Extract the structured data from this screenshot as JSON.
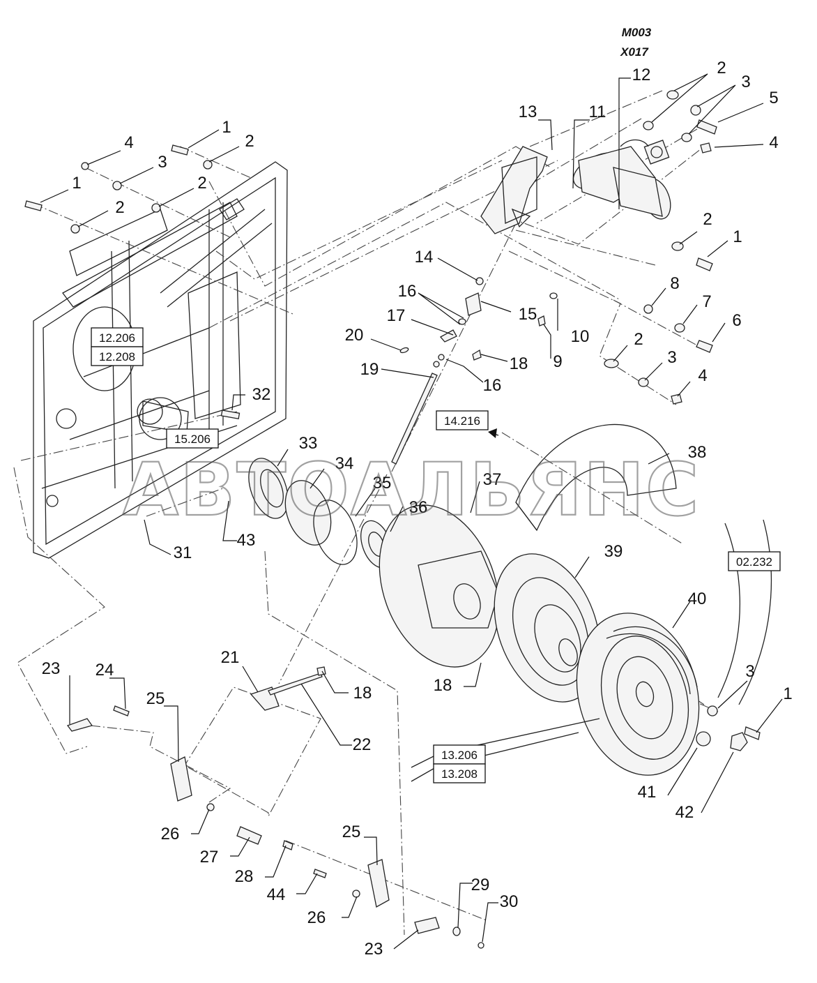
{
  "codes": [
    "M003",
    "X017"
  ],
  "watermark": "АВТОАЛЬЯНС",
  "references": [
    {
      "id": "ref-12206",
      "label": "12.206"
    },
    {
      "id": "ref-12208",
      "label": "12.208"
    },
    {
      "id": "ref-15206",
      "label": "15.206"
    },
    {
      "id": "ref-14216",
      "label": "14.216"
    },
    {
      "id": "ref-02232",
      "label": "02.232"
    },
    {
      "id": "ref-13206",
      "label": "13.206"
    },
    {
      "id": "ref-13208",
      "label": "13.208"
    }
  ],
  "callouts": [
    {
      "n": "1"
    },
    {
      "n": "2"
    },
    {
      "n": "4"
    },
    {
      "n": "3"
    },
    {
      "n": "2"
    },
    {
      "n": "1"
    },
    {
      "n": "2"
    },
    {
      "n": "13"
    },
    {
      "n": "11"
    },
    {
      "n": "12"
    },
    {
      "n": "2"
    },
    {
      "n": "3"
    },
    {
      "n": "5"
    },
    {
      "n": "4"
    },
    {
      "n": "2"
    },
    {
      "n": "1"
    },
    {
      "n": "14"
    },
    {
      "n": "16"
    },
    {
      "n": "17"
    },
    {
      "n": "15"
    },
    {
      "n": "10"
    },
    {
      "n": "8"
    },
    {
      "n": "7"
    },
    {
      "n": "6"
    },
    {
      "n": "20"
    },
    {
      "n": "18"
    },
    {
      "n": "9"
    },
    {
      "n": "19"
    },
    {
      "n": "16"
    },
    {
      "n": "2"
    },
    {
      "n": "3"
    },
    {
      "n": "4"
    },
    {
      "n": "32"
    },
    {
      "n": "33"
    },
    {
      "n": "34"
    },
    {
      "n": "35"
    },
    {
      "n": "37"
    },
    {
      "n": "38"
    },
    {
      "n": "36"
    },
    {
      "n": "43"
    },
    {
      "n": "31"
    },
    {
      "n": "39"
    },
    {
      "n": "40"
    },
    {
      "n": "21"
    },
    {
      "n": "18"
    },
    {
      "n": "22"
    },
    {
      "n": "18"
    },
    {
      "n": "23"
    },
    {
      "n": "24"
    },
    {
      "n": "25"
    },
    {
      "n": "3"
    },
    {
      "n": "1"
    },
    {
      "n": "41"
    },
    {
      "n": "42"
    },
    {
      "n": "26"
    },
    {
      "n": "27"
    },
    {
      "n": "28"
    },
    {
      "n": "25"
    },
    {
      "n": "44"
    },
    {
      "n": "26"
    },
    {
      "n": "29"
    },
    {
      "n": "30"
    },
    {
      "n": "23"
    }
  ]
}
